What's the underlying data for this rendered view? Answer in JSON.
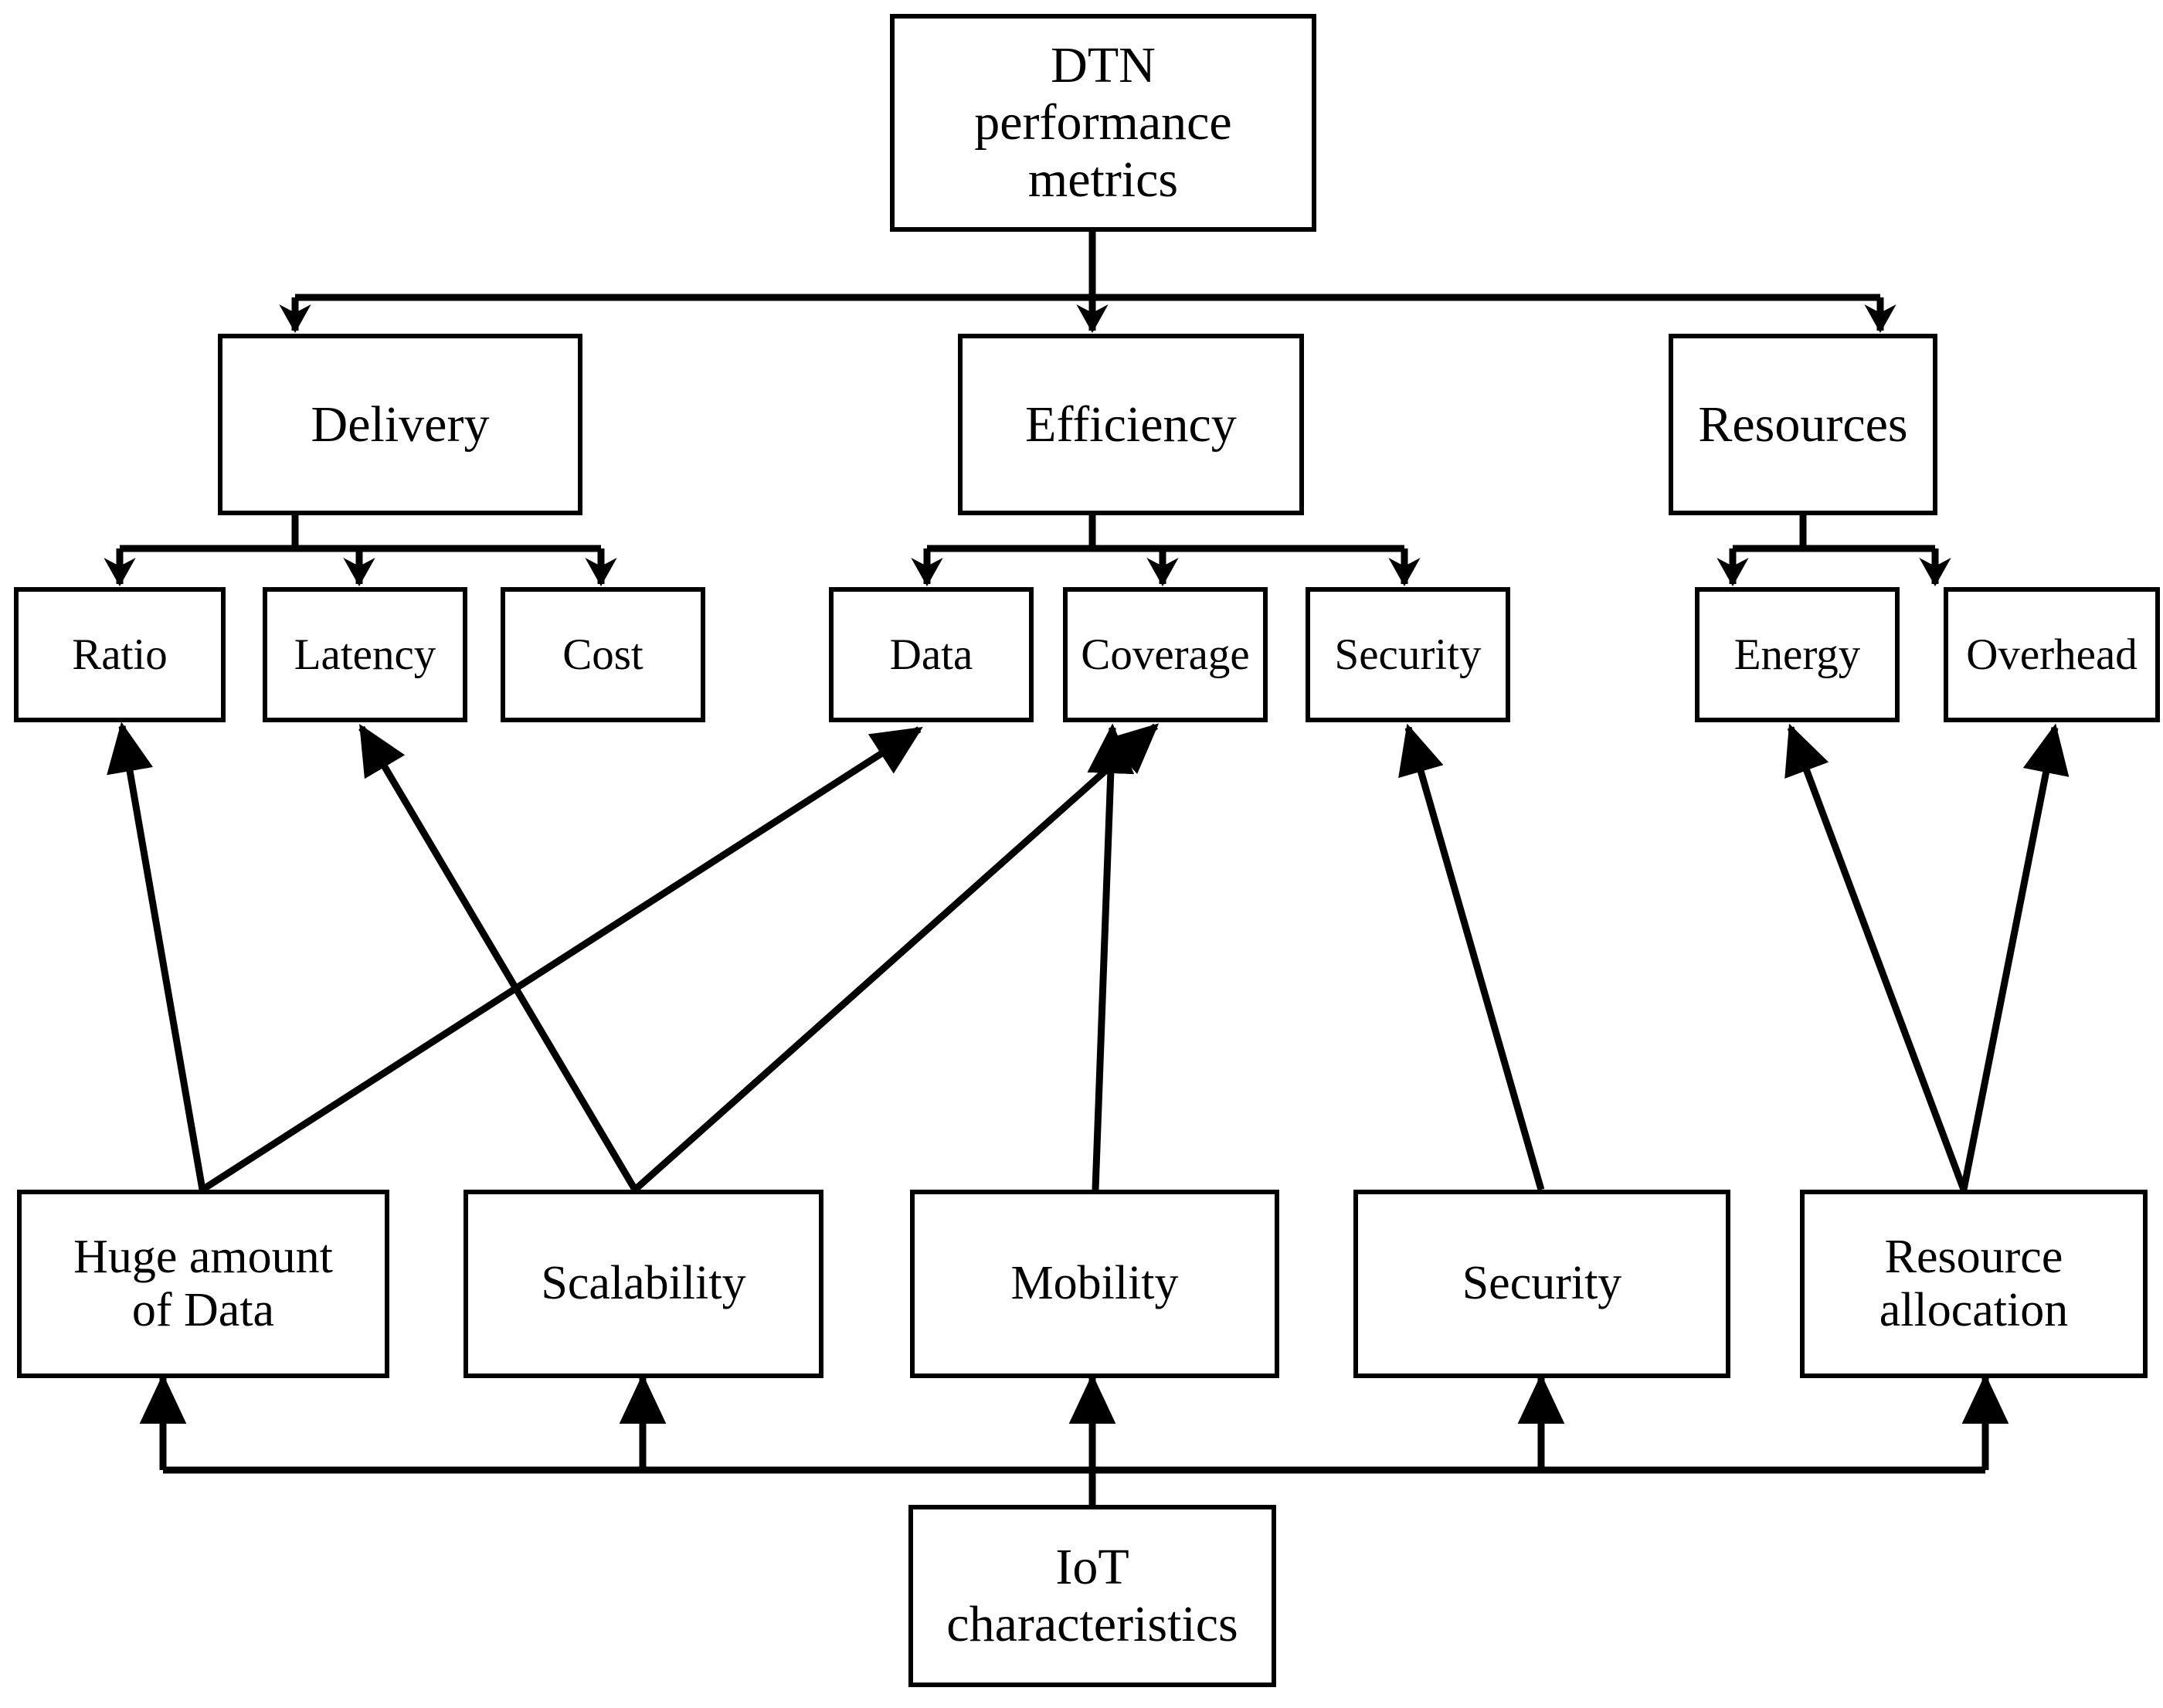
{
  "diagram": {
    "title_node": {
      "label": "DTN\nperformance\nmetrics"
    },
    "level1": [
      {
        "id": "delivery",
        "label": "Delivery"
      },
      {
        "id": "efficiency",
        "label": "Efficiency"
      },
      {
        "id": "resources",
        "label": "Resources"
      }
    ],
    "level2": [
      {
        "id": "ratio",
        "label": "Ratio",
        "parent": "delivery"
      },
      {
        "id": "latency",
        "label": "Latency",
        "parent": "delivery"
      },
      {
        "id": "cost",
        "label": "Cost",
        "parent": "delivery"
      },
      {
        "id": "data",
        "label": "Data",
        "parent": "efficiency"
      },
      {
        "id": "coverage",
        "label": "Coverage",
        "parent": "efficiency"
      },
      {
        "id": "security-metric",
        "label": "Security",
        "parent": "efficiency"
      },
      {
        "id": "energy",
        "label": "Energy",
        "parent": "resources"
      },
      {
        "id": "overhead",
        "label": "Overhead",
        "parent": "resources"
      }
    ],
    "characteristics": [
      {
        "id": "huge-data",
        "label": "Huge amount\nof Data"
      },
      {
        "id": "scalability",
        "label": "Scalability"
      },
      {
        "id": "mobility",
        "label": "Mobility"
      },
      {
        "id": "security-characteristic",
        "label": "Security"
      },
      {
        "id": "resource-allocation",
        "label": "Resource\nallocation"
      }
    ],
    "root_characteristics": {
      "id": "iot",
      "label": "IoT\ncharacteristics"
    },
    "influence_edges": [
      {
        "from": "huge-data",
        "to": "ratio"
      },
      {
        "from": "huge-data",
        "to": "data"
      },
      {
        "from": "scalability",
        "to": "latency"
      },
      {
        "from": "scalability",
        "to": "coverage"
      },
      {
        "from": "mobility",
        "to": "coverage"
      },
      {
        "from": "security-characteristic",
        "to": "security-metric"
      },
      {
        "from": "resource-allocation",
        "to": "energy"
      },
      {
        "from": "resource-allocation",
        "to": "overhead"
      }
    ],
    "colors": {
      "stroke": "#000000",
      "fill": "#ffffff",
      "text": "#000000"
    }
  }
}
